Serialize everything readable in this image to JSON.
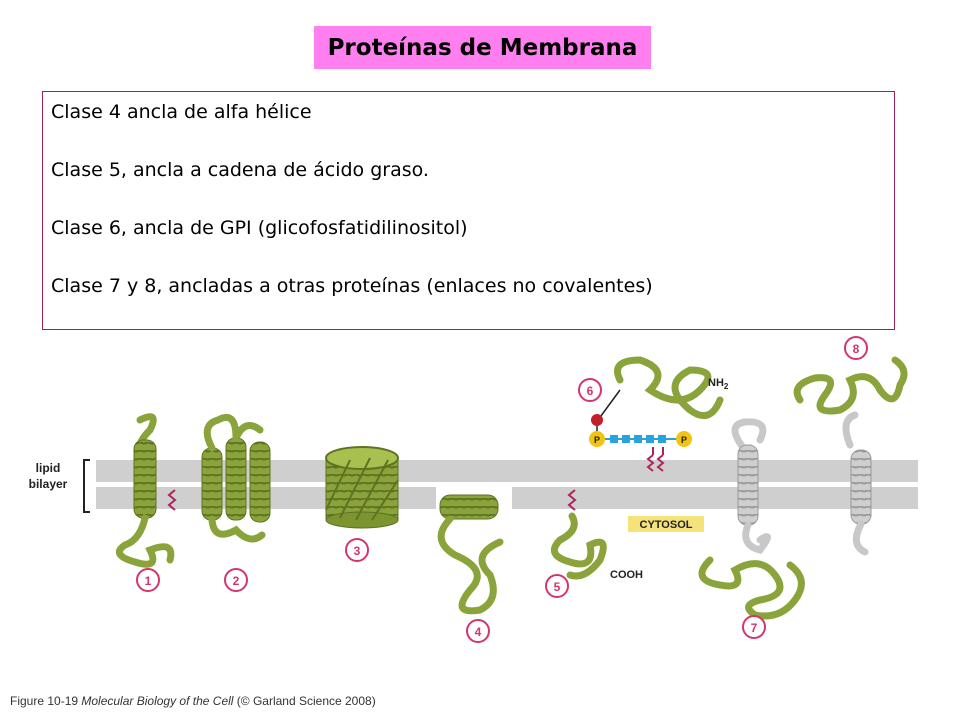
{
  "title": "Proteínas de Membrana",
  "bullets": [
    "Clase 4 ancla de alfa hélice",
    "Clase 5, ancla a cadena de ácido graso.",
    "Clase 6, ancla de GPI (glicofosfatidilinositol)",
    "Clase 7 y 8, ancladas a otras proteínas (enlaces no covalentes)"
  ],
  "figure": {
    "bilayer_label_1": "lipid",
    "bilayer_label_2": "bilayer",
    "cytosol": "CYTOSOL",
    "nh2": "NH",
    "nh2_sub": "2",
    "cooh": "COOH",
    "phosphate": "P",
    "numbers": [
      "1",
      "2",
      "3",
      "4",
      "5",
      "6",
      "7",
      "8"
    ]
  },
  "colors": {
    "title_bg": "#ff7ff0",
    "box_border": "#a0205a",
    "membrane": "#cfcfcf",
    "protein_green": "#8aa33a",
    "protein_gray": "#c8c8c8",
    "label_circle": "#d4356b",
    "cytosol_bg": "#f4e27a",
    "phosphate": "#f1c40f",
    "sugar_chain": "#29a3dd",
    "lipid_anchor": "#b0245e"
  },
  "caption": {
    "prefix": "Figure 10-19 ",
    "book": "Molecular Biology of the Cell",
    "suffix": " (© Garland Science 2008)"
  }
}
